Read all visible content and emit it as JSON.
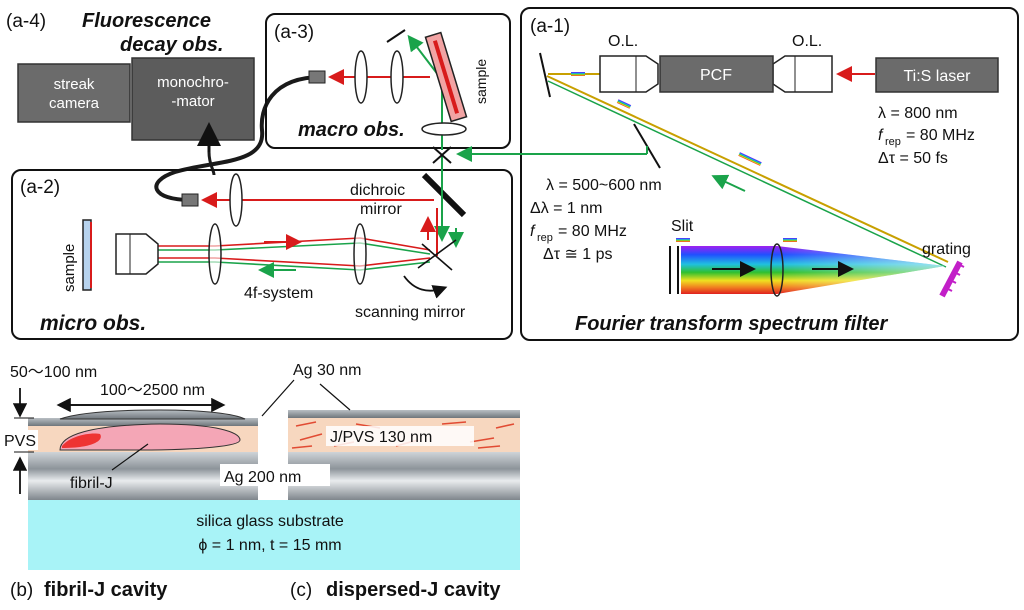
{
  "panel_a4": {
    "id": "(a-4)",
    "title1": "Fluorescence",
    "title2": "decay obs.",
    "streak1": "streak",
    "streak2": "camera",
    "mono1": "monochro-",
    "mono2": "-mator"
  },
  "panel_a3": {
    "id": "(a-3)",
    "sample": "sample",
    "caption": "macro obs."
  },
  "panel_a1": {
    "id": "(a-1)",
    "ol_left": "O.L.",
    "ol_right": "O.L.",
    "pcf": "PCF",
    "laser": "Ti:S laser",
    "params": [
      "λ = 800 nm",
      "f",
      "rep",
      "= 80 MHz",
      "Δτ = 50 fs"
    ],
    "filtered": [
      "λ = 500~600 nm",
      "Δλ = 1 nm",
      "f",
      "rep",
      "= 80 MHz",
      "Δτ ≅ 1 ps"
    ],
    "slit": "Slit",
    "grating": "grating",
    "caption": "Fourier transform spectrum filter"
  },
  "panel_a2": {
    "id": "(a-2)",
    "sample": "sample",
    "dichroic1": "dichroic",
    "dichroic2": "mirror",
    "system": "4f-system",
    "scanning": "scanning mirror",
    "caption": "micro obs."
  },
  "cavity": {
    "thick": "50～100 nm",
    "width": "100～2500 nm",
    "ag_top": "Ag 30 nm",
    "pvs": "PVS",
    "jpvs": "J/PVS 130 nm",
    "fibril": "fibril-J",
    "ag_bottom": "Ag 200 nm",
    "substrate1": "silica glass substrate",
    "substrate2": "ϕ = 1 nm, t = 15 mm",
    "b_id": "(b)",
    "b_name": "fibril-J cavity",
    "c_id": "(c)",
    "c_name": "dispersed-J cavity"
  },
  "colors": {
    "laser_red": "#d81b1b",
    "signal_green": "#1aa34a",
    "device_gray": "#6b6b6b",
    "grating_magenta": "#c21fc8",
    "substrate_cyan": "#a8f3f7",
    "pvs_peach": "#f7d7bf"
  }
}
